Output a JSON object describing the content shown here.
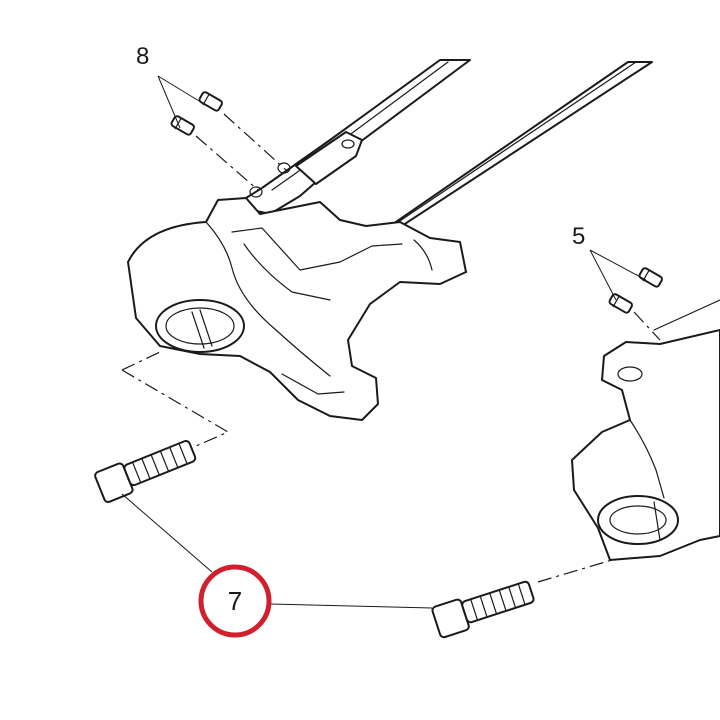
{
  "diagram": {
    "callouts": [
      {
        "id": "callout-top-left",
        "text": "8"
      },
      {
        "id": "callout-right",
        "text": "5"
      },
      {
        "id": "callout-highlighted",
        "text": "7"
      }
    ],
    "highlight_color": "#d0202e",
    "line_color": "#1a1a1a"
  }
}
